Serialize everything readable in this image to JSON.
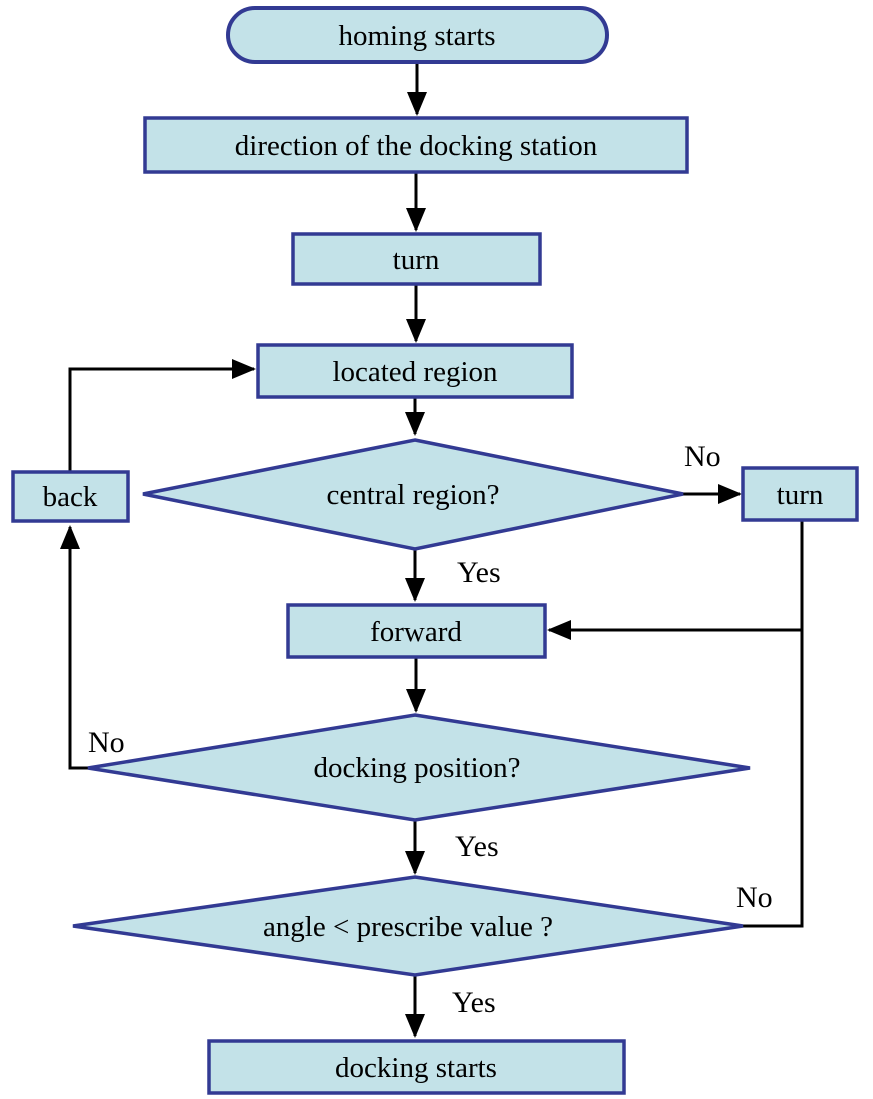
{
  "diagram": {
    "type": "flowchart",
    "colors": {
      "node_fill": "#c3e2e8",
      "node_border": "#323a93",
      "connector": "#000000",
      "text": "#000000",
      "background": "#ffffff"
    },
    "nodes": {
      "start": {
        "shape": "terminator",
        "label": "homing starts"
      },
      "direction": {
        "shape": "process",
        "label": "direction of the docking station"
      },
      "turn1": {
        "shape": "process",
        "label": "turn"
      },
      "located": {
        "shape": "process",
        "label": "located region"
      },
      "central": {
        "shape": "decision",
        "label": "central region?"
      },
      "back": {
        "shape": "process",
        "label": "back"
      },
      "turn2": {
        "shape": "process",
        "label": "turn"
      },
      "forward": {
        "shape": "process",
        "label": "forward"
      },
      "docking_position": {
        "shape": "decision",
        "label": "docking position?"
      },
      "angle": {
        "shape": "decision",
        "label": "angle < prescribe value ?"
      },
      "docking_starts": {
        "shape": "process",
        "label": "docking starts"
      }
    },
    "edge_labels": {
      "central_no": "No",
      "central_yes": "Yes",
      "docking_no": "No",
      "docking_yes": "Yes",
      "angle_no": "No",
      "angle_yes": "Yes"
    },
    "connections": [
      {
        "from": "start",
        "to": "direction",
        "label": ""
      },
      {
        "from": "direction",
        "to": "turn1",
        "label": ""
      },
      {
        "from": "turn1",
        "to": "located",
        "label": ""
      },
      {
        "from": "located",
        "to": "central",
        "label": ""
      },
      {
        "from": "central",
        "to": "turn2",
        "label": "No"
      },
      {
        "from": "central",
        "to": "forward",
        "label": "Yes"
      },
      {
        "from": "turn2",
        "to": "forward",
        "label": ""
      },
      {
        "from": "forward",
        "to": "docking_position",
        "label": ""
      },
      {
        "from": "docking_position",
        "to": "back",
        "label": "No"
      },
      {
        "from": "docking_position",
        "to": "angle",
        "label": "Yes"
      },
      {
        "from": "angle",
        "to": "forward",
        "label": "No"
      },
      {
        "from": "angle",
        "to": "docking_starts",
        "label": "Yes"
      },
      {
        "from": "back",
        "to": "located",
        "label": ""
      }
    ]
  }
}
